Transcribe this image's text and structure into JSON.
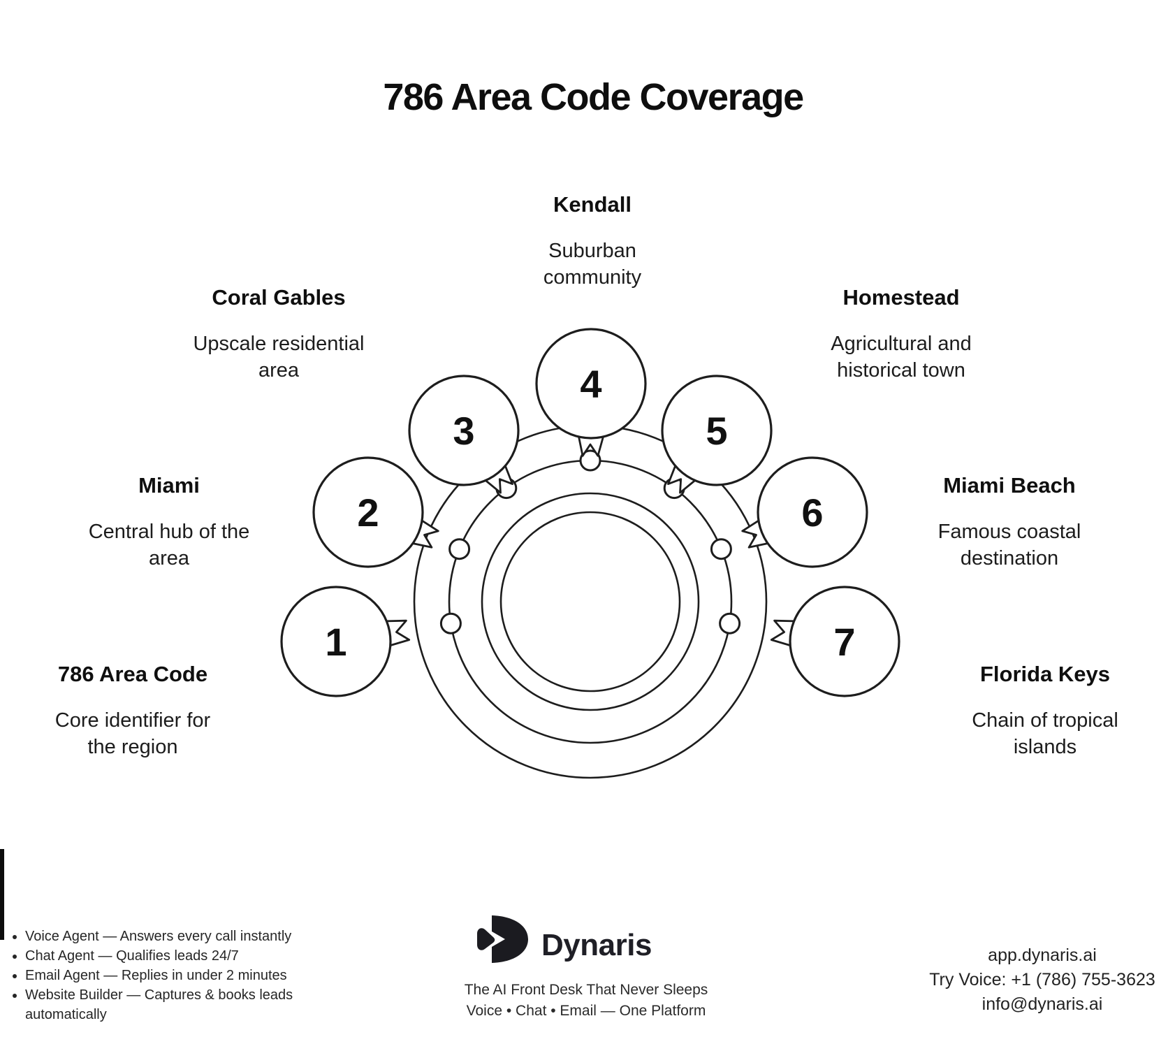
{
  "title": "786 Area Code Coverage",
  "diagram": {
    "items": [
      {
        "number": "1",
        "title": "786 Area Code",
        "description": "Core identifier for the region"
      },
      {
        "number": "2",
        "title": "Miami",
        "description": "Central hub of the area"
      },
      {
        "number": "3",
        "title": "Coral Gables",
        "description": "Upscale residential area"
      },
      {
        "number": "4",
        "title": "Kendall",
        "description": "Suburban community"
      },
      {
        "number": "5",
        "title": "Homestead",
        "description": "Agricultural and historical town"
      },
      {
        "number": "6",
        "title": "Miami Beach",
        "description": "Famous coastal destination"
      },
      {
        "number": "7",
        "title": "Florida Keys",
        "description": "Chain of tropical islands"
      }
    ]
  },
  "footer": {
    "features": [
      "Voice Agent — Answers every call instantly",
      "Chat Agent — Qualifies leads 24/7",
      "Email Agent — Replies in under 2 minutes",
      "Website Builder — Captures & books leads automatically"
    ],
    "brand": {
      "name": "Dynaris",
      "tagline_line1": "The AI Front Desk That Never Sleeps",
      "tagline_line2": "Voice • Chat • Email — One Platform"
    },
    "contact": {
      "website": "app.dynaris.ai",
      "phone": "Try Voice: +1 (786) 755-3623",
      "email": "info@dynaris.ai"
    }
  },
  "colors": {
    "ink": "#1d1d1d",
    "logo": "#1b1b20",
    "background": "#ffffff"
  }
}
